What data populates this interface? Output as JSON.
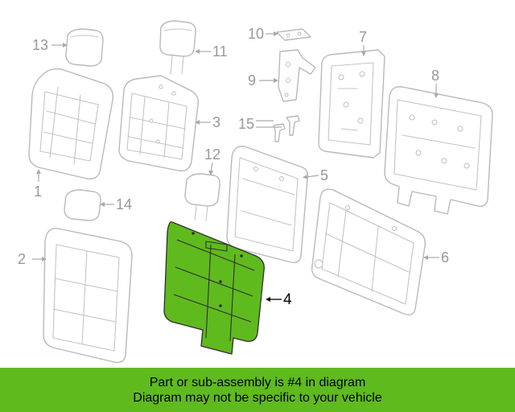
{
  "diagram": {
    "callouts": [
      "1",
      "2",
      "3",
      "4",
      "5",
      "6",
      "7",
      "8",
      "9",
      "10",
      "11",
      "12",
      "13",
      "14",
      "15"
    ],
    "highlighted_part": "4"
  },
  "footer": {
    "line1": "Part or sub-assembly is #4 in diagram",
    "line2": "Diagram may not be specific to your vehicle",
    "background": "#5fba1e"
  },
  "colors": {
    "highlight": "#5fba1e",
    "outline": "#b9b9b9",
    "callout_text": "#999999"
  }
}
